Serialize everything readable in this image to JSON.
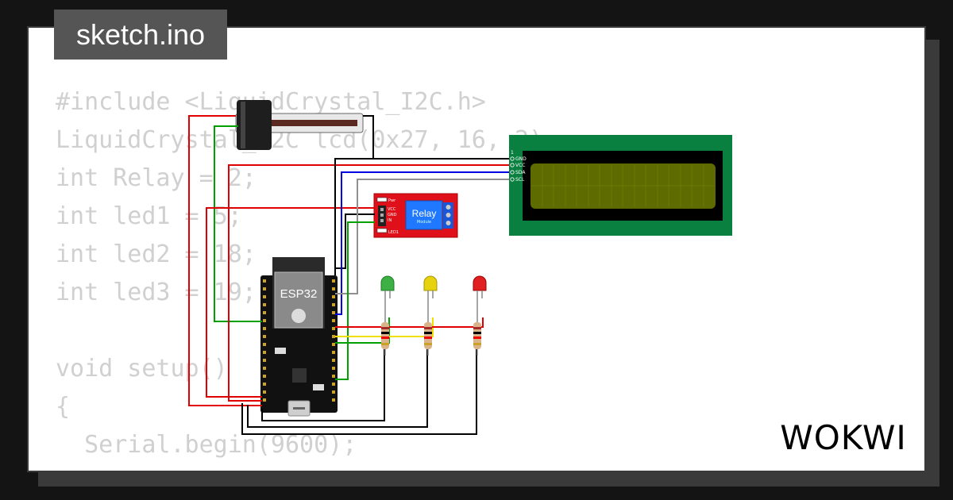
{
  "file_tab": {
    "label": "sketch.ino"
  },
  "code_lines": [
    "#include <LiquidCrystal_I2C.h>",
    "LiquidCrystal_I2C lcd(0x27, 16, 2);",
    "int Relay = 2;",
    "int led1 = 5;",
    "int led2 = 18;",
    "int led3 = 19;",
    "",
    "void setup()",
    "{",
    "  Serial.begin(9600);"
  ],
  "esp32": {
    "label": "ESP32"
  },
  "relay": {
    "label": "Relay",
    "sublabel": "Module",
    "pins": [
      "VCC",
      "GND",
      "IN"
    ],
    "led_label": "LED1",
    "power_label": "Pwr"
  },
  "lcd": {
    "pins": [
      "GND",
      "VCC",
      "SDA",
      "SCL"
    ],
    "pin1_label": "1"
  },
  "leds": [
    {
      "color": "#3cb043"
    },
    {
      "color": "#e6d20f"
    },
    {
      "color": "#e02020"
    }
  ],
  "brand": {
    "logo": "WOKWI"
  },
  "colors": {
    "wire_red": "#e00000",
    "wire_green": "#00a000",
    "wire_blue": "#0000e0",
    "wire_gray": "#909090",
    "wire_black": "#000000",
    "wire_yellow": "#f0e000",
    "lcd_pcb": "#0a8040",
    "lcd_screen": "#5e6b00",
    "relay_board": "#e0101a"
  }
}
